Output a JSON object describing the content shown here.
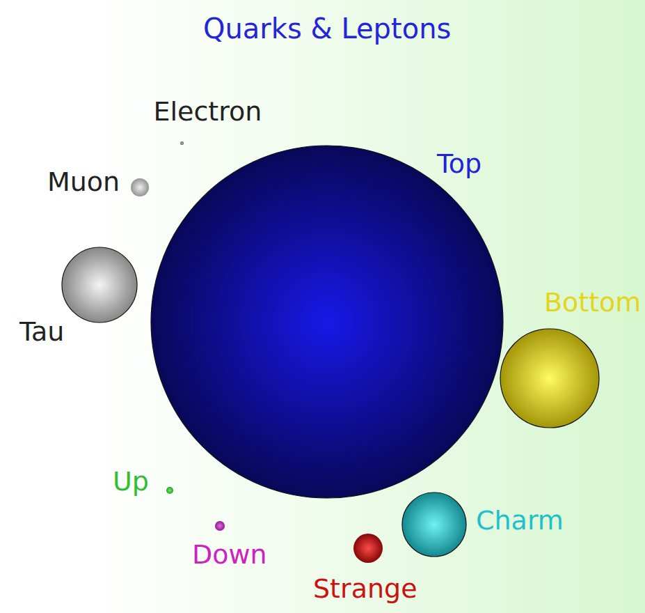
{
  "diagram": {
    "title": "Quarks & Leptons",
    "nodes": [
      {
        "text": [
          "Electron"
        ]
      },
      {
        "text": [
          "Muon"
        ]
      },
      {
        "text": [
          "Top"
        ]
      },
      {
        "text": [
          "Tau"
        ]
      },
      {
        "text": [
          "Bottom"
        ]
      },
      {
        "text": [
          "Up"
        ]
      },
      {
        "text": [
          "Charm"
        ]
      },
      {
        "text": [
          "Down"
        ]
      },
      {
        "text": [
          "Strange"
        ]
      }
    ]
  }
}
